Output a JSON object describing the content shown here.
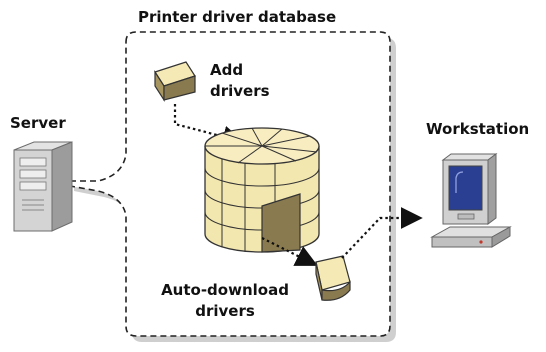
{
  "diagram": {
    "title": "Printer driver database",
    "labels": {
      "server": "Server",
      "workstation": "Workstation",
      "add_drivers_line1": "Add",
      "add_drivers_line2": "drivers",
      "auto_download_line1": "Auto-download",
      "auto_download_line2": "drivers"
    },
    "icons": {
      "server": "server-tower-icon",
      "workstation": "desktop-computer-icon",
      "database": "driver-database-cylinder-icon",
      "add_wedge": "driver-wedge-icon",
      "download_wedge": "driver-wedge-icon"
    },
    "colors": {
      "wedge_fill": "#f5e9b5",
      "wedge_dark": "#8a7a4f",
      "monitor_screen": "#2a3f91",
      "computer_body": "#c9c9c9",
      "dash_stroke": "#222222"
    }
  }
}
